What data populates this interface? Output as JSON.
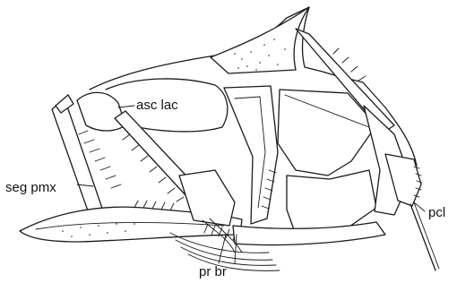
{
  "labels": {
    "asc_lac": "asc lac",
    "seg_pmx": "seg pmx",
    "pcl": "pcl",
    "pr_br": "pr br"
  }
}
